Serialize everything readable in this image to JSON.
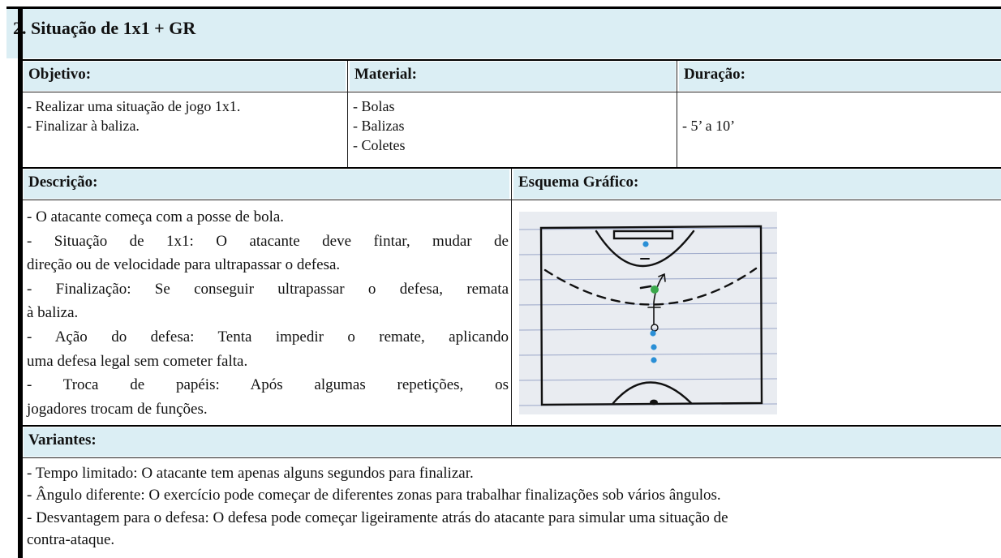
{
  "section_title": "2. Situação de 1x1 + GR",
  "objective": {
    "header": "Objetivo:",
    "items": [
      "- Realizar uma situação de jogo 1x1.",
      "- Finalizar à baliza."
    ]
  },
  "material": {
    "header": "Material:",
    "items": [
      "- Bolas",
      "- Balizas",
      "- Coletes"
    ]
  },
  "duration": {
    "header": "Duração:",
    "value": "- 5’ a 10’"
  },
  "description": {
    "header": "Descrição:",
    "lines": [
      "- O atacante começa com a posse de bola.",
      "- Situação de 1x1: O atacante deve fintar, mudar de",
      "direção ou de velocidade para ultrapassar o defesa.",
      "- Finalização: Se conseguir ultrapassar o defesa, remata",
      "à baliza.",
      "- Ação do defesa: Tenta impedir o remate, aplicando",
      "uma defesa legal sem cometer falta.",
      "- Troca de papéis: Após algumas repetições, os",
      "jogadores trocam de funções."
    ]
  },
  "graphic": {
    "header": "Esquema Gráfico:"
  },
  "variants": {
    "header": "Variantes:",
    "lines": [
      "- Tempo limitado: O atacante tem apenas alguns segundos para finalizar.",
      "- Ângulo diferente: O exercício pode começar de diferentes zonas para trabalhar finalizações sob vários ângulos.",
      "- Desvantagem para o defesa: O defesa pode começar ligeiramente atrás do atacante para simular uma situação de",
      "contra-ataque."
    ]
  },
  "colors": {
    "header_fill": "#dbeef4",
    "player_blue": "#2a8fd6",
    "player_green": "#3aa84a"
  }
}
